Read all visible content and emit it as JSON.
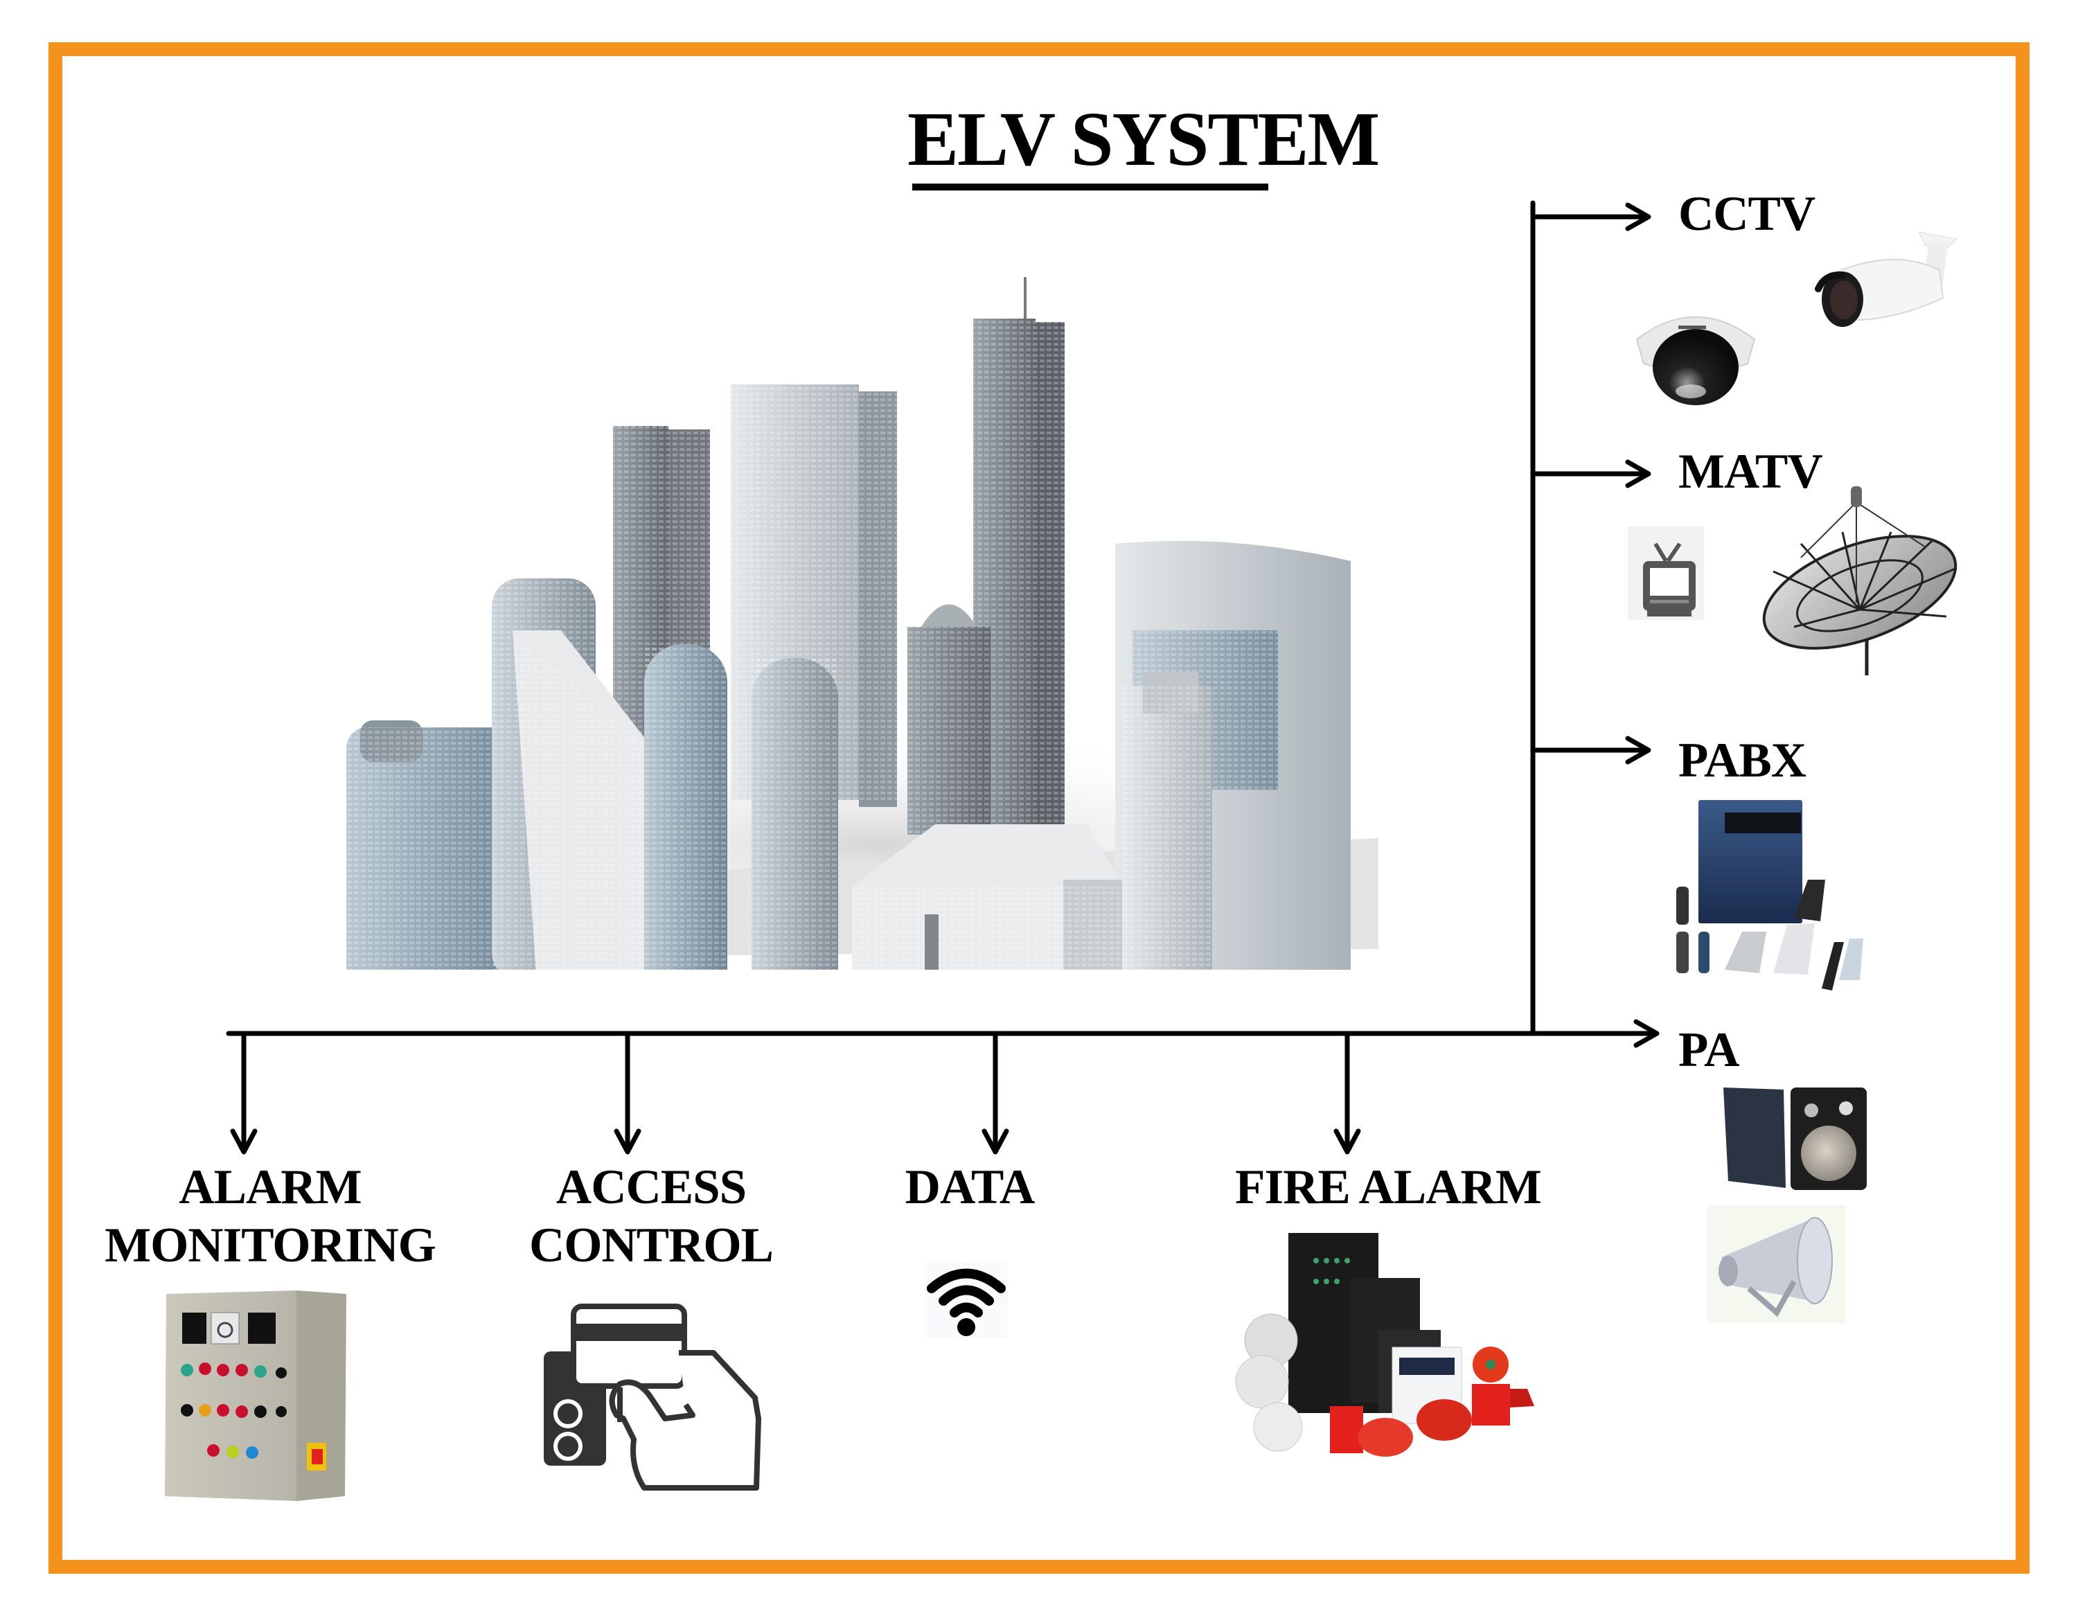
{
  "title": "ELV SYSTEM",
  "colors": {
    "frame": "#F5921E",
    "ink": "#000000",
    "icon_dark": "#333333",
    "pabx_blue": "#1F3A6B",
    "alarm_red": "#D9231D"
  },
  "center_image": {
    "icon": "city-buildings-icon",
    "caption": ""
  },
  "right_branches": [
    {
      "label": "CCTV",
      "icons": [
        "dome-camera-icon",
        "bullet-camera-icon"
      ]
    },
    {
      "label": "MATV",
      "icons": [
        "tv-icon",
        "satellite-dish-icon"
      ]
    },
    {
      "label": "PABX",
      "icons": [
        "pabx-cabinet-icon",
        "telephone-handsets-icon"
      ]
    },
    {
      "label": "PA",
      "icons": [
        "wall-speaker-icon",
        "horn-speaker-icon"
      ]
    }
  ],
  "bottom_branches": [
    {
      "label_line1": "ALARM",
      "label_line2": "MONITORING",
      "icon": "control-panel-icon"
    },
    {
      "label_line1": "ACCESS",
      "label_line2": "CONTROL",
      "icon": "card-reader-icon"
    },
    {
      "label_line1": "DATA",
      "label_line2": "",
      "icon": "wifi-icon"
    },
    {
      "label_line1": "FIRE ALARM",
      "label_line2": "",
      "icon": "fire-alarm-equipment-icon"
    }
  ]
}
